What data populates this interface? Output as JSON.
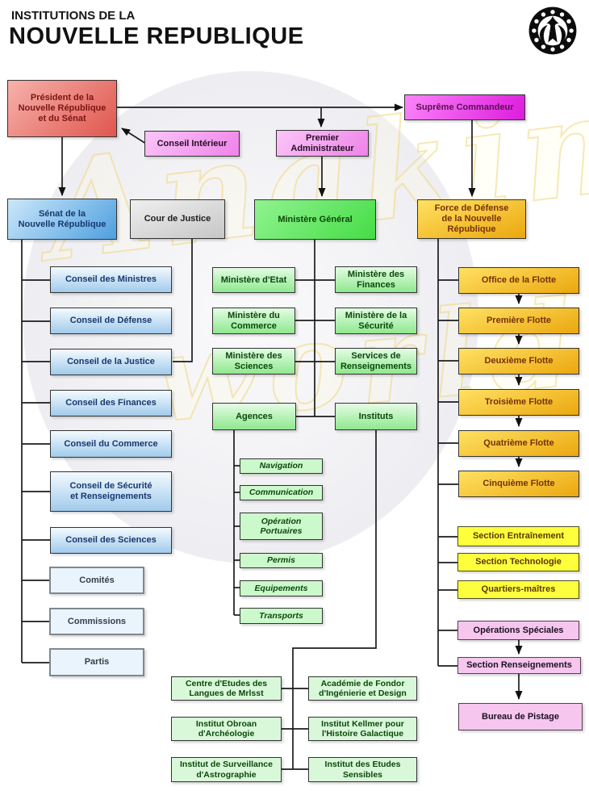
{
  "header": {
    "title_line1": "INSTITUTIONS DE LA",
    "title_line2": "NOUVELLE REPUBLIQUE"
  },
  "watermark": {
    "line1": "Anakin",
    "line2": "world"
  },
  "palette": {
    "president_red": "#e0564e",
    "senat_blue": "#4f9fe0",
    "justice_gray": "#c6c6c6",
    "ministere_green": "#46dc46",
    "defense_gold": "#eba70e",
    "supreme_magenta": "#dd1cdc",
    "pink": "#ee82e8",
    "section_yellow": "#fdff3d",
    "ops_pink": "#f6c6ef",
    "agence_mint": "#ccf9cc",
    "pale_blue": "#eaf4fc"
  },
  "nodes": {
    "president": "Président de la\nNouvelle République\net du Sénat",
    "conseil_interieur": "Conseil Intérieur",
    "premier_administrateur": "Premier\nAdministrateur",
    "supreme_commandeur": "Suprême Commandeur",
    "senat": "Sénat de la\nNouvelle République",
    "cour_de_justice": "Cour de Justice",
    "ministere_general": "Ministère Général",
    "force_de_defense": "Force de Défense\nde la Nouvelle\nRépublique"
  },
  "senat_branch": {
    "items": [
      "Conseil des Ministres",
      "Conseil de Défense",
      "Conseil de la Justice",
      "Conseil des Finances",
      "Conseil du Commerce",
      "Conseil de Sécurité\net Renseignements",
      "Conseil des Sciences",
      "Comités",
      "Commissions",
      "Partis"
    ]
  },
  "ministere_branch": {
    "left": [
      "Ministère d'Etat",
      "Ministère du\nCommerce",
      "Ministère des\nSciences"
    ],
    "right": [
      "Ministère des\nFinances",
      "Ministère de la\nSécurité",
      "Services de\nRenseignements"
    ],
    "agences": "Agences",
    "instituts": "Instituts",
    "agences_items": [
      "Navigation",
      "Communication",
      "Opération\nPortuaires",
      "Permis",
      "Equipements",
      "Transports"
    ],
    "instituts_left": [
      "Centre d'Etudes des\nLangues de Mrlsst",
      "Institut Obroan\nd'Archéologie",
      "Institut de Surveillance\nd'Astrographie"
    ],
    "instituts_right": [
      "Académie de Fondor\nd'Ingénierie et Design",
      "Institut Kellmer pour\nl'Histoire Galactique",
      "Institut des Etudes\nSensibles"
    ]
  },
  "defense_branch": {
    "fleets": [
      "Office de la Flotte",
      "Première Flotte",
      "Deuxième Flotte",
      "Troisième Flotte",
      "Quatrième Flotte",
      "Cinquième Flotte"
    ],
    "sections": [
      "Section Entraînement",
      "Section Technologie",
      "Quartiers-maîtres"
    ],
    "operations": [
      "Opérations Spéciales",
      "Section Renseignements",
      "Bureau de Pistage"
    ]
  }
}
